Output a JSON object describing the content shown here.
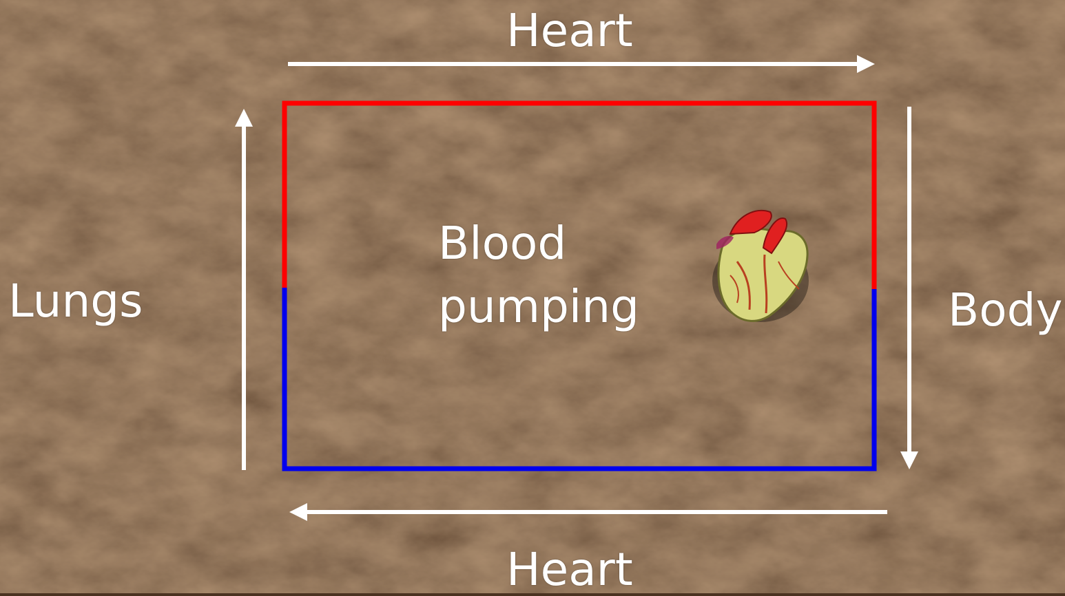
{
  "labels": {
    "heart_top": "Heart",
    "heart_bottom": "Heart",
    "lungs": "Lungs",
    "body": "Body",
    "center_line1": "Blood",
    "center_line2": "pumping"
  },
  "colors": {
    "background": "#4a3220",
    "oxygenated": "#ff0000",
    "deoxygenated": "#0000ee",
    "arrow": "#ffffff"
  },
  "icons": {
    "heart_image": "heart-icon"
  }
}
